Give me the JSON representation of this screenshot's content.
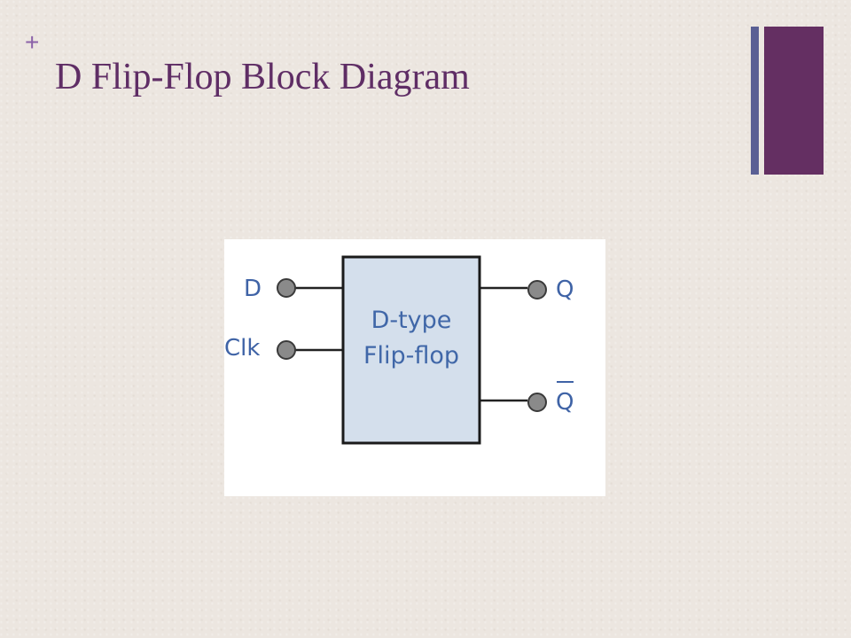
{
  "slide": {
    "plus": "+",
    "title": "D Flip-Flop Block Diagram",
    "colors": {
      "title": "#5f2d65",
      "plus": "#8b62a8",
      "accent_thin": "#5a5f94",
      "accent_thick": "#642f62"
    }
  },
  "diagram": {
    "block_line1": "D-type",
    "block_line2": "Flip-flop",
    "inputs": [
      "D",
      "Clk"
    ],
    "outputs": [
      "Q",
      "Q"
    ],
    "q_bar_overline": true,
    "colors": {
      "block_fill": "#d4dfec",
      "block_stroke": "#1a1a1a",
      "label_text": "#3f63a6",
      "block_text": "#4067a8",
      "wire": "#222222",
      "terminal_fill": "#8a8a8a"
    }
  }
}
